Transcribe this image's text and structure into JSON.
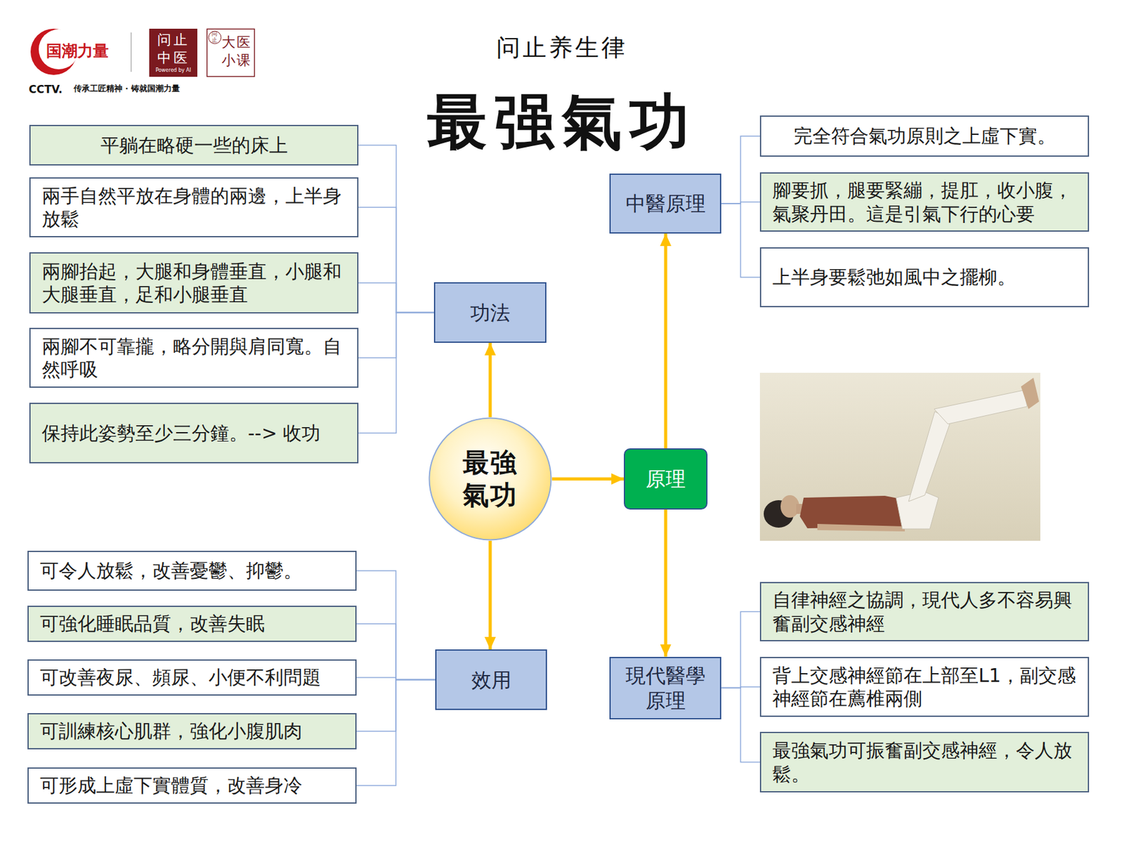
{
  "diagram": {
    "title": "最强氣功",
    "nodes": [
      {
        "text": [
          "平躺在略硬一些的床上"
        ]
      },
      {
        "text": [
          "兩手自然平放在身體的兩邊，上半身放鬆"
        ]
      },
      {
        "text": [
          "兩腳抬起，大腿和身體垂直，小腿和大腿垂直，足和小腿垂直"
        ]
      },
      {
        "text": [
          "兩腳不可靠攏，略分開與肩同寬。自然呼吸"
        ]
      },
      {
        "text": [
          "保持此姿勢至少三分鐘。--> 收功"
        ]
      },
      {
        "text": [
          "功法"
        ]
      },
      {
        "text": [
          "最強 氣功"
        ]
      },
      {
        "text": [
          "原理"
        ]
      },
      {
        "text": [
          "中醫原理"
        ]
      },
      {
        "text": [
          "完全符合氣功原則之上虛下實。"
        ]
      },
      {
        "text": [
          "腳要抓，腿要緊繃，提肛，收小腹，氣聚丹田。這是引氣下行的心要"
        ]
      },
      {
        "text": [
          "上半身要鬆弛如風中之擺柳。"
        ]
      },
      {
        "text": [
          "現代醫學 原理"
        ]
      },
      {
        "text": [
          "自律神經之協調，現代人多不容易興奮副交感神經"
        ]
      },
      {
        "text": [
          "背上交感神經節在上部至L1，副交感神經節在薦椎兩側"
        ]
      },
      {
        "text": [
          "最強氣功可振奮副交感神經，令人放鬆。"
        ]
      },
      {
        "text": [
          "效用"
        ]
      },
      {
        "text": [
          "可令人放鬆，改善憂鬱、抑鬱。"
        ]
      },
      {
        "text": [
          "可強化睡眠品質，改善失眠"
        ]
      },
      {
        "text": [
          "可改善夜尿、頻尿、小便不利問題"
        ]
      },
      {
        "text": [
          "可訓練核心肌群，強化小腹肌肉"
        ]
      },
      {
        "text": [
          "可形成上虛下實體質，改善身冷"
        ]
      }
    ],
    "edges": [
      {
        "from": 6,
        "to": 5,
        "arrow": "to"
      },
      {
        "from": 6,
        "to": 16,
        "arrow": "to"
      },
      {
        "from": 6,
        "to": 7,
        "arrow": "to"
      },
      {
        "from": 7,
        "to": 8,
        "arrow": "to"
      },
      {
        "from": 7,
        "to": 12,
        "arrow": "to"
      },
      {
        "from": 5,
        "to": 0,
        "arrow": "none"
      },
      {
        "from": 5,
        "to": 1,
        "arrow": "none"
      },
      {
        "from": 5,
        "to": 2,
        "arrow": "none"
      },
      {
        "from": 5,
        "to": 3,
        "arrow": "none"
      },
      {
        "from": 5,
        "to": 4,
        "arrow": "none"
      },
      {
        "from": 8,
        "to": 9,
        "arrow": "none"
      },
      {
        "from": 8,
        "to": 10,
        "arrow": "none"
      },
      {
        "from": 8,
        "to": 11,
        "arrow": "none"
      },
      {
        "from": 12,
        "to": 13,
        "arrow": "none"
      },
      {
        "from": 12,
        "to": 14,
        "arrow": "none"
      },
      {
        "from": 12,
        "to": 15,
        "arrow": "none"
      },
      {
        "from": 16,
        "to": 17,
        "arrow": "none"
      },
      {
        "from": 16,
        "to": 18,
        "arrow": "none"
      },
      {
        "from": 16,
        "to": 19,
        "arrow": "none"
      },
      {
        "from": 16,
        "to": 20,
        "arrow": "none"
      },
      {
        "from": 16,
        "to": 21,
        "arrow": "none"
      }
    ],
    "labels": [
      "问止养生律",
      "国潮力量",
      "CCTV.",
      "传承工匠精神 · 铸就国潮力量",
      "问止 中医",
      "Powered by AI",
      "问止",
      "大医 小课"
    ]
  }
}
